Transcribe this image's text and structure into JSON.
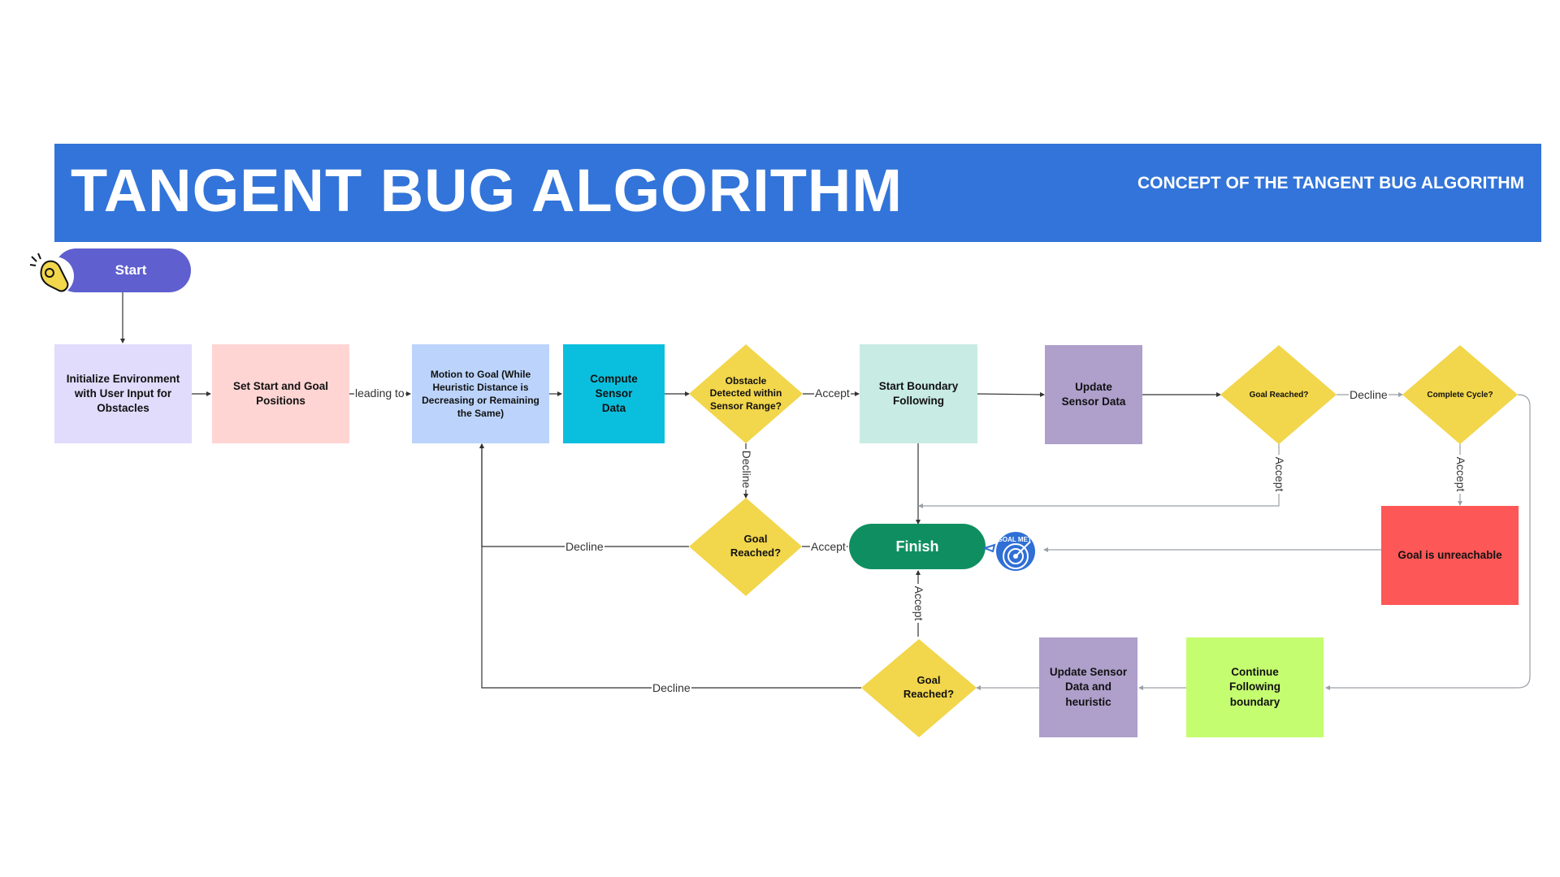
{
  "header": {
    "title": "TANGENT BUG ALGORITHM",
    "subtitle": "CONCEPT OF THE TANGENT BUG ALGORITHM"
  },
  "nodes": {
    "start": "Start",
    "init_env": "Initialize Environment with User Input for Obstacles",
    "set_positions": "Set Start and Goal Positions",
    "motion_to_goal": "Motion to Goal (While Heuristic Distance is Decreasing or Remaining the Same)",
    "compute_sensor": "Compute Sensor Data",
    "obstacle_detected": "Obstacle Detected within Sensor Range?",
    "start_boundary": "Start Boundary Following",
    "update_sensor": "Update Sensor Data",
    "goal_reached_top": "Goal Reached?",
    "complete_cycle": "Complete Cycle?",
    "goal_reached_mid": "Goal Reached?",
    "finish": "Finish",
    "goal_unreachable": "Goal is unreachable",
    "goal_reached_bottom": "Goal Reached?",
    "update_sensor_heuristic": "Update Sensor Data and heuristic",
    "continue_following": "Continue Following boundary"
  },
  "edges": {
    "leading_to": "leading to",
    "accept_obstacle": "Accept",
    "decline_obstacle": "Decline",
    "decline_goal_top": "Decline",
    "accept_goal_top": "Accept",
    "accept_cycle": "Accept",
    "accept_goal_mid": "Accept",
    "decline_goal_mid": "Decline",
    "accept_goal_bottom": "Accept",
    "decline_goal_bottom": "Decline"
  },
  "stickers": {
    "hand": "ok-hand-icon",
    "goal_met": "GOAL MET!"
  },
  "colors": {
    "banner": "#3274d9",
    "start": "#5f5fcf",
    "init_env": "#e1dbfc",
    "set_positions": "#fed5d3",
    "motion_to_goal": "#bcd4fb",
    "compute_sensor": "#0abfdd",
    "diamond": "#f2d64b",
    "start_boundary": "#c8ebe3",
    "update_sensor": "#ae9fcb",
    "finish": "#0f8f61",
    "goal_unreachable": "#fe5757",
    "continue_following": "#c5fd70"
  }
}
